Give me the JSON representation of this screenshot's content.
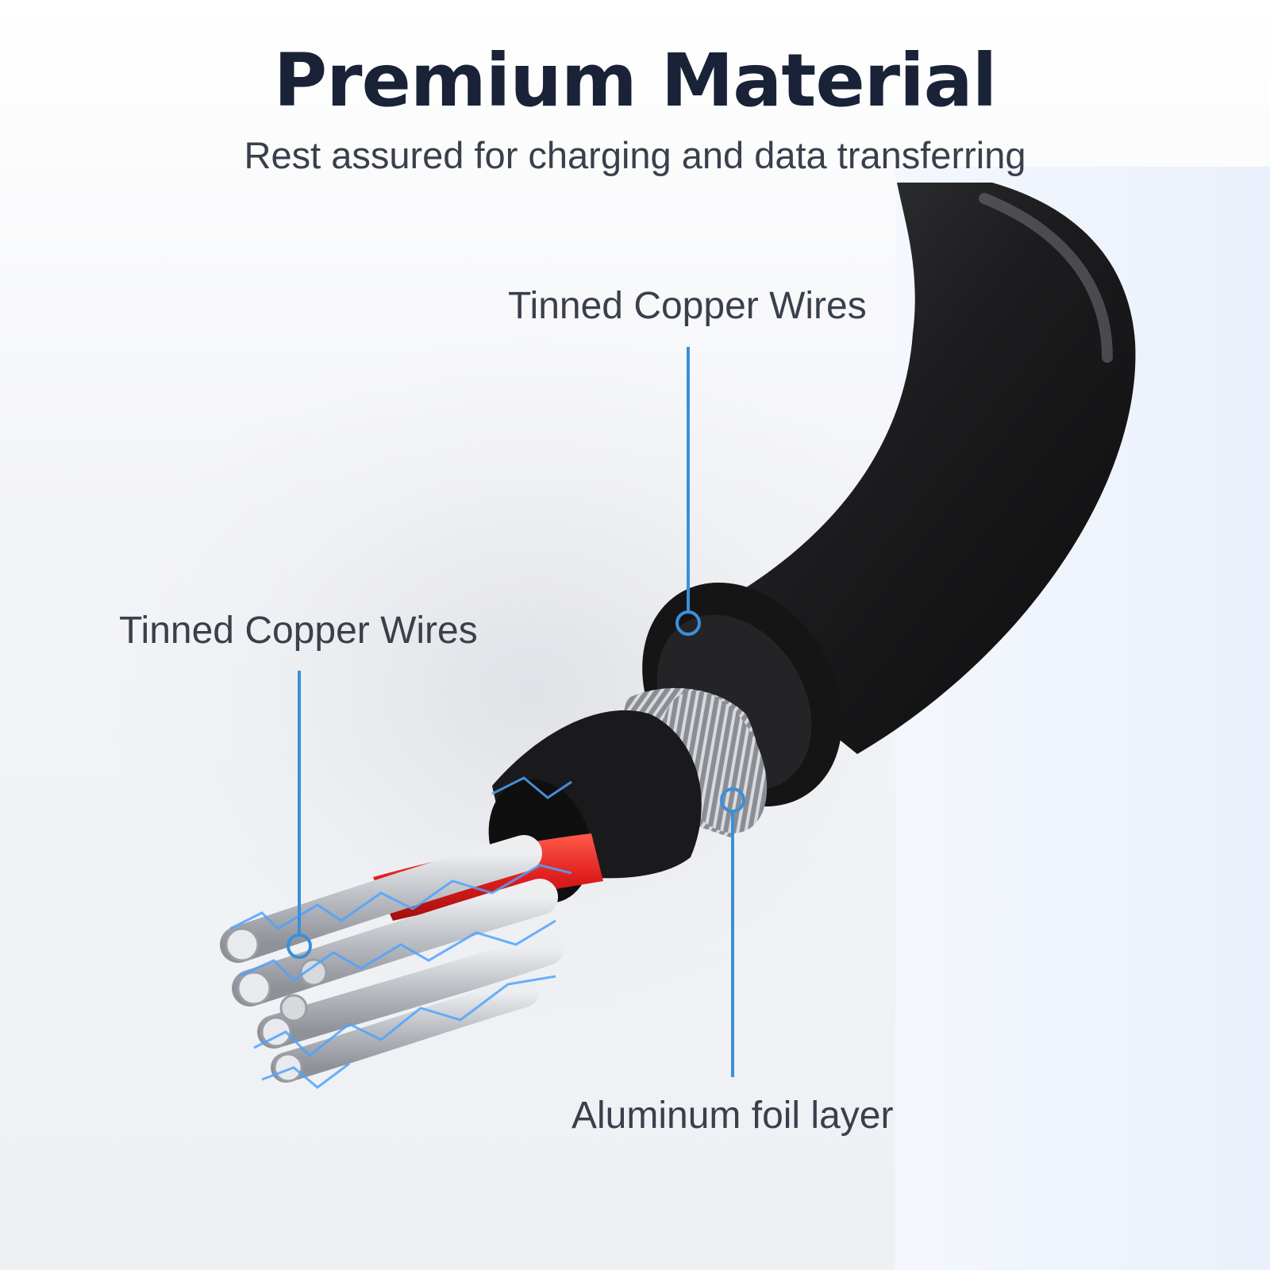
{
  "header": {
    "title": "Premium Material",
    "subtitle": "Rest assured for charging and data transferring"
  },
  "callouts": [
    {
      "label": "Tinned Copper Wires"
    },
    {
      "label": "Tinned Copper Wires"
    },
    {
      "label": "Aluminum foil layer"
    }
  ],
  "colors": {
    "accent_line": "#3b8fd9",
    "title_text": "#1a2238",
    "body_text": "#3a3f4c",
    "cable_jacket": "#1c1c1e",
    "inner_insulation": "#e01e1e",
    "conductor_strands": "#c8cbd0"
  }
}
